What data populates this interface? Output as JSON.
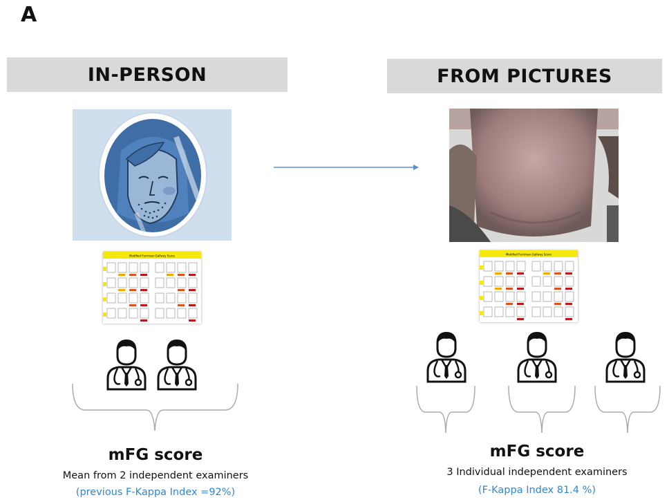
{
  "panel_letter": "A",
  "left": {
    "header": "IN-PERSON",
    "result_title": "mFG score",
    "result_description": "Mean from 2 independent examiners",
    "kappa": "(previous F-Kappa Index =92%)"
  },
  "right": {
    "header": "FROM PICTURES",
    "result_title": "mFG score",
    "result_description": "3  Individual independent examiners",
    "kappa": "(F-Kappa Index 81.4 %)"
  },
  "score_card_title": "Modified Ferriman-Gallwey Score",
  "colors": {
    "header_bg": "#d9d9d9",
    "arrow": "#5b8fcf",
    "kappa_text": "#2e86d6",
    "face_bg": "#d0dfee",
    "face_outline": "#3e6ea6",
    "card_header": "#f5e90b"
  },
  "icons": [
    "face-illustration-icon",
    "doctor-icon",
    "neck-photo"
  ]
}
